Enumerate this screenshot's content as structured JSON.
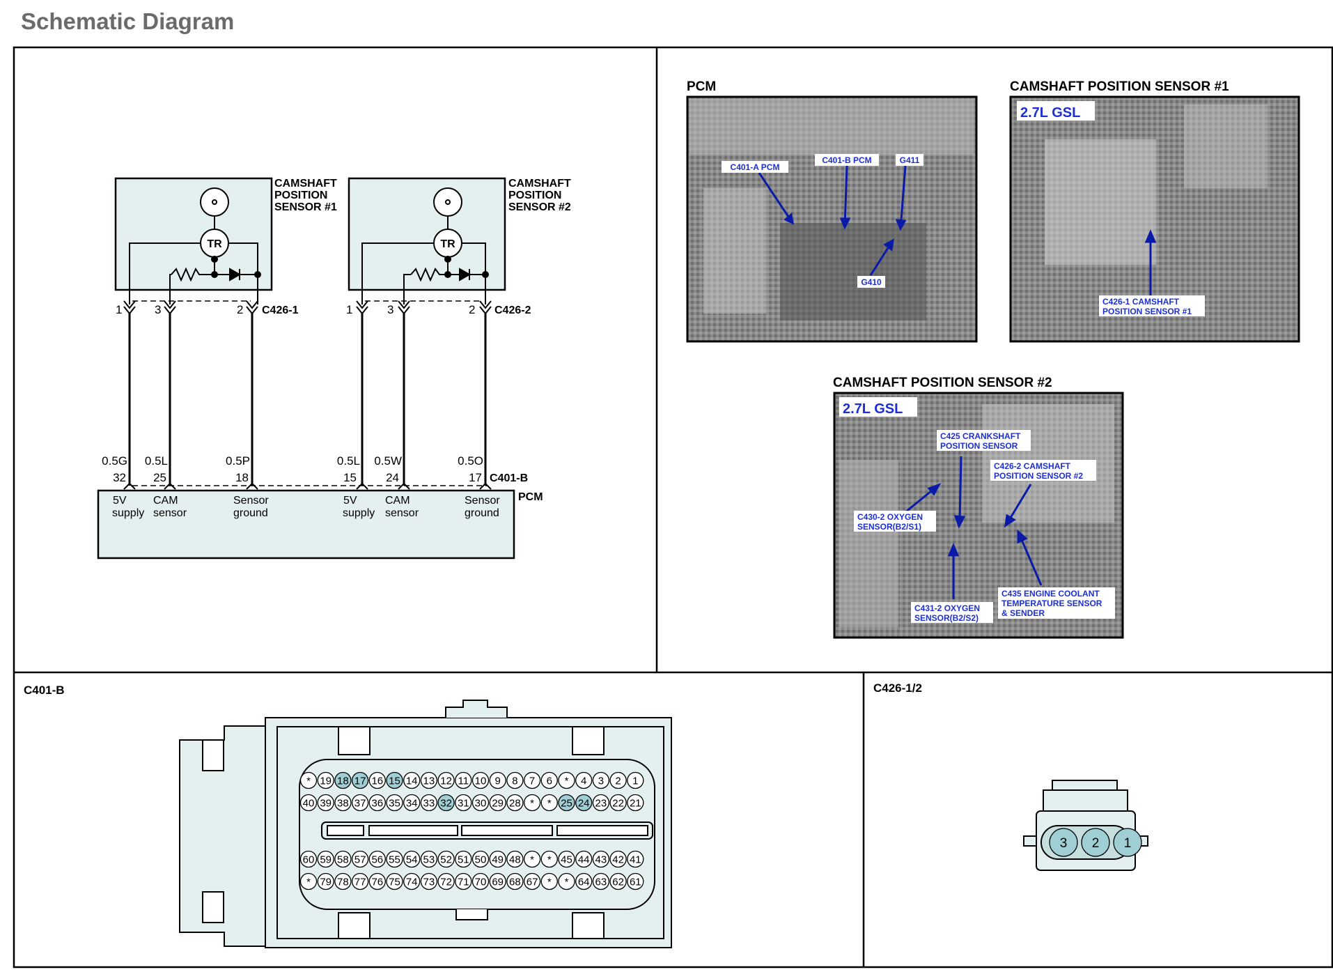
{
  "page": {
    "title": "Schematic Diagram"
  },
  "schematic": {
    "sensor1": {
      "name_l1": "CAMSHAFT",
      "name_l2": "POSITION",
      "name_l3": "SENSOR  #1",
      "tr_label": "TR",
      "connector": "C426-1"
    },
    "sensor2": {
      "name_l1": "CAMSHAFT",
      "name_l2": "POSITION",
      "name_l3": "SENSOR  #2",
      "tr_label": "TR",
      "connector": "C426-2"
    },
    "pcm": {
      "label": "PCM",
      "connector": "C401-B"
    },
    "wires": [
      {
        "sensor_pin": "1",
        "color": "0.5G",
        "pcm_pin": "32",
        "func_l1": "5V",
        "func_l2": "supply"
      },
      {
        "sensor_pin": "3",
        "color": "0.5L",
        "pcm_pin": "25",
        "func_l1": "CAM",
        "func_l2": "sensor"
      },
      {
        "sensor_pin": "2",
        "color": "0.5P",
        "pcm_pin": "18",
        "func_l1": "Sensor",
        "func_l2": "ground"
      },
      {
        "sensor_pin": "1",
        "color": "0.5L",
        "pcm_pin": "15",
        "func_l1": "5V",
        "func_l2": "supply"
      },
      {
        "sensor_pin": "3",
        "color": "0.5W",
        "pcm_pin": "24",
        "func_l1": "CAM",
        "func_l2": "sensor"
      },
      {
        "sensor_pin": "2",
        "color": "0.5O",
        "pcm_pin": "17",
        "func_l1": "Sensor",
        "func_l2": "ground"
      }
    ]
  },
  "photos": {
    "pcm": {
      "title": "PCM",
      "callouts": [
        "C401-A PCM",
        "C401-B PCM",
        "G411",
        "G410"
      ]
    },
    "cam1": {
      "title": "CAMSHAFT POSITION SENSOR #1",
      "badge": "2.7L GSL",
      "callout_l1": "C426-1 CAMSHAFT",
      "callout_l2": "POSITION SENSOR #1"
    },
    "cam2": {
      "title": "CAMSHAFT POSITION SENSOR #2",
      "badge": "2.7L GSL",
      "c425_l1": "C425 CRANKSHAFT",
      "c425_l2": "POSITION SENSOR",
      "c4262_l1": "C426-2 CAMSHAFT",
      "c4262_l2": "POSITION SENSOR #2",
      "c4302_l1": "C430-2 OXYGEN",
      "c4302_l2": "SENSOR(B2/S1)",
      "c4312_l1": "C431-2 OXYGEN",
      "c4312_l2": "SENSOR(B2/S2)",
      "c435_l1": "C435 ENGINE COOLANT",
      "c435_l2": "TEMPERATURE SENSOR",
      "c435_l3": "& SENDER"
    }
  },
  "connectors": {
    "c401b": {
      "title": "C401-B",
      "row1": [
        "*",
        "19",
        "18",
        "17",
        "16",
        "15",
        "14",
        "13",
        "12",
        "11",
        "10",
        "9",
        "8",
        "7",
        "6",
        "*",
        "4",
        "3",
        "2",
        "1"
      ],
      "row2": [
        "40",
        "39",
        "38",
        "37",
        "36",
        "35",
        "34",
        "33",
        "32",
        "31",
        "30",
        "29",
        "28",
        "*",
        "*",
        "25",
        "24",
        "23",
        "22",
        "21"
      ],
      "row3": [
        "60",
        "59",
        "58",
        "57",
        "56",
        "55",
        "54",
        "53",
        "52",
        "51",
        "50",
        "49",
        "48",
        "*",
        "*",
        "45",
        "44",
        "43",
        "42",
        "41"
      ],
      "row4": [
        "*",
        "79",
        "78",
        "77",
        "76",
        "75",
        "74",
        "73",
        "72",
        "71",
        "70",
        "69",
        "68",
        "67",
        "*",
        "*",
        "64",
        "63",
        "62",
        "61"
      ],
      "highlighted": [
        "18",
        "17",
        "15",
        "32",
        "25",
        "24"
      ]
    },
    "c426": {
      "title": "C426-1/2",
      "pins": [
        "3",
        "2",
        "1"
      ]
    }
  }
}
